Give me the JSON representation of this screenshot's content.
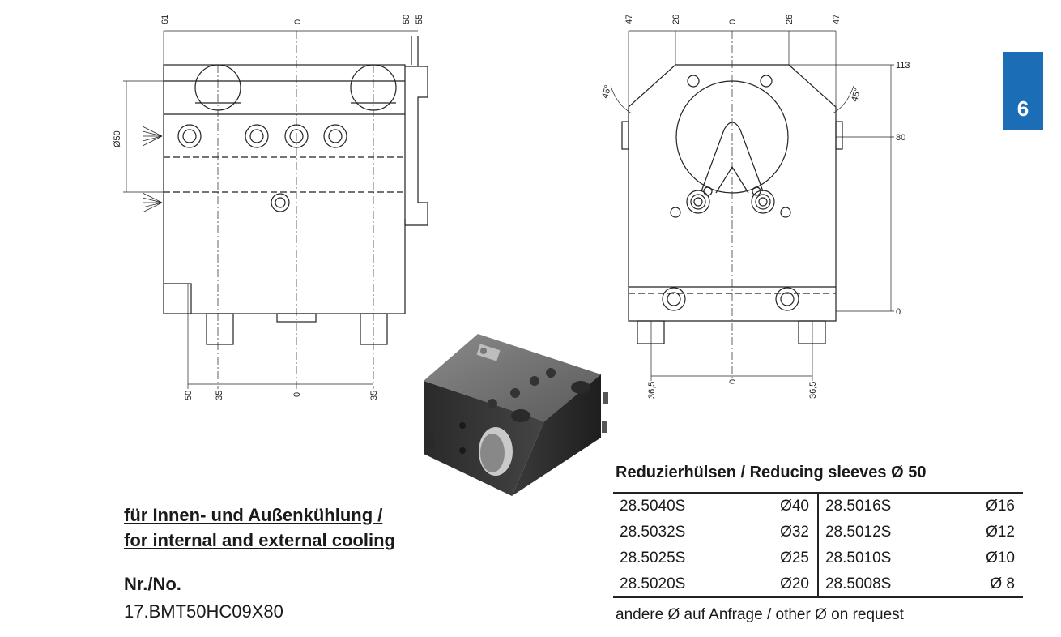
{
  "page_tab": "6",
  "front_view": {
    "dims_top": [
      "61",
      "0",
      "50",
      "55"
    ],
    "dim_left": "Ø50",
    "dims_bottom": [
      "50",
      "35",
      "0",
      "35"
    ]
  },
  "side_view": {
    "dims_top": [
      "47",
      "26",
      "0",
      "26",
      "47"
    ],
    "angles": [
      "45°",
      "45°"
    ],
    "dims_right": [
      "113",
      "80",
      "0"
    ],
    "dims_bottom": [
      "36,5",
      "0",
      "36,5"
    ]
  },
  "cooling": {
    "line1": "für Innen- und Außenkühlung /",
    "line2": "for internal and external cooling"
  },
  "part_number": {
    "label": "Nr./No.",
    "value": "17.BMT50HC09X80"
  },
  "sleeves": {
    "title": "Reduzierhülsen / Reducing sleeves Ø 50",
    "rows": [
      {
        "code_a": "28.5040S",
        "dia_a": "Ø40",
        "code_b": "28.5016S",
        "dia_b": "Ø16"
      },
      {
        "code_a": "28.5032S",
        "dia_a": "Ø32",
        "code_b": "28.5012S",
        "dia_b": "Ø12"
      },
      {
        "code_a": "28.5025S",
        "dia_a": "Ø25",
        "code_b": "28.5010S",
        "dia_b": "Ø10"
      },
      {
        "code_a": "28.5020S",
        "dia_a": "Ø20",
        "code_b": "28.5008S",
        "dia_b": "Ø 8"
      }
    ],
    "footnote": "andere Ø auf Anfrage / other Ø on request"
  }
}
